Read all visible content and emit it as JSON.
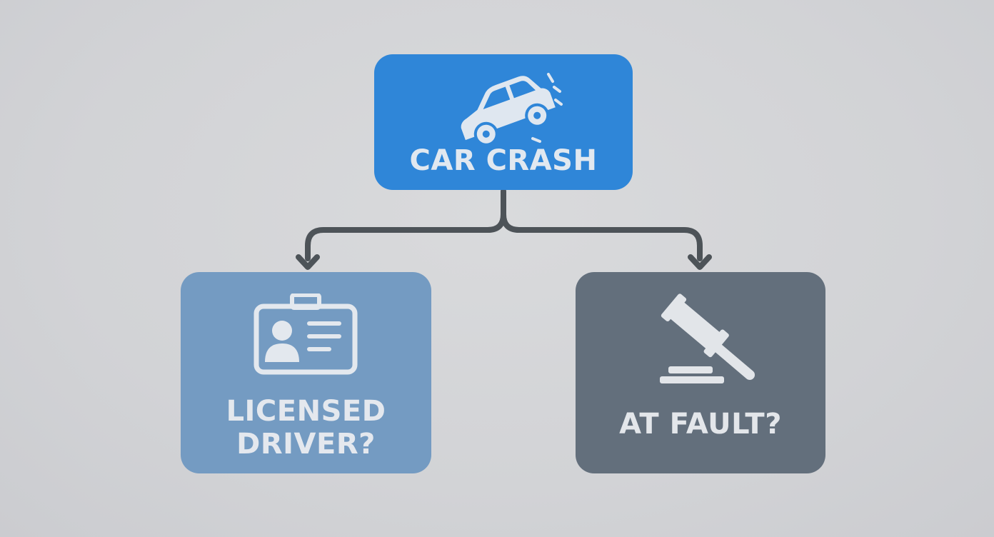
{
  "diagram": {
    "root": {
      "label": "CAR CRASH",
      "icon": "car-crash-icon",
      "color": "#2f86d8"
    },
    "children": [
      {
        "label_line1": "LICENSED",
        "label_line2": "DRIVER?",
        "icon": "id-card-icon",
        "color": "#749bc2"
      },
      {
        "label": "AT FAULT?",
        "icon": "gavel-icon",
        "color": "#636f7c"
      }
    ],
    "connector_color": "#4d5358",
    "background_color": "#d3d4d7"
  }
}
